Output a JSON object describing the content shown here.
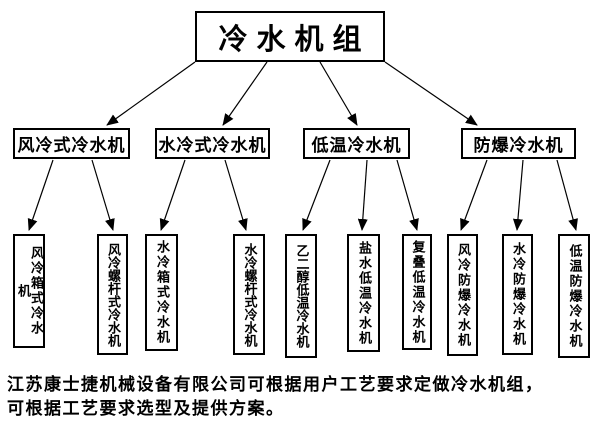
{
  "diagram": {
    "root": {
      "label": "冷水机组"
    },
    "level2": [
      {
        "label": "风冷式冷水机"
      },
      {
        "label": "水冷式冷水机"
      },
      {
        "label": "低温冷水机"
      },
      {
        "label": "防爆冷水机"
      }
    ],
    "level3": [
      {
        "label": "风冷箱式冷水机"
      },
      {
        "label": "风冷螺杆式冷水机"
      },
      {
        "label": "水冷箱式冷水机"
      },
      {
        "label": "水冷螺杆式冷水机"
      },
      {
        "label": "乙二醇低温冷水机"
      },
      {
        "label": "盐水低温冷水机"
      },
      {
        "label": "复叠低温冷水机"
      },
      {
        "label": "风冷防爆冷水机"
      },
      {
        "label": "水冷防爆冷水机"
      },
      {
        "label": "低温防爆冷水机"
      }
    ],
    "note_lines": [
      "江苏康士捷机械设备有限公司可根据用户工艺要求定做冷水机组，",
      "可根据工艺要求选型及提供方案。"
    ]
  },
  "colors": {
    "ink": "#000000",
    "background": "#ffffff"
  }
}
